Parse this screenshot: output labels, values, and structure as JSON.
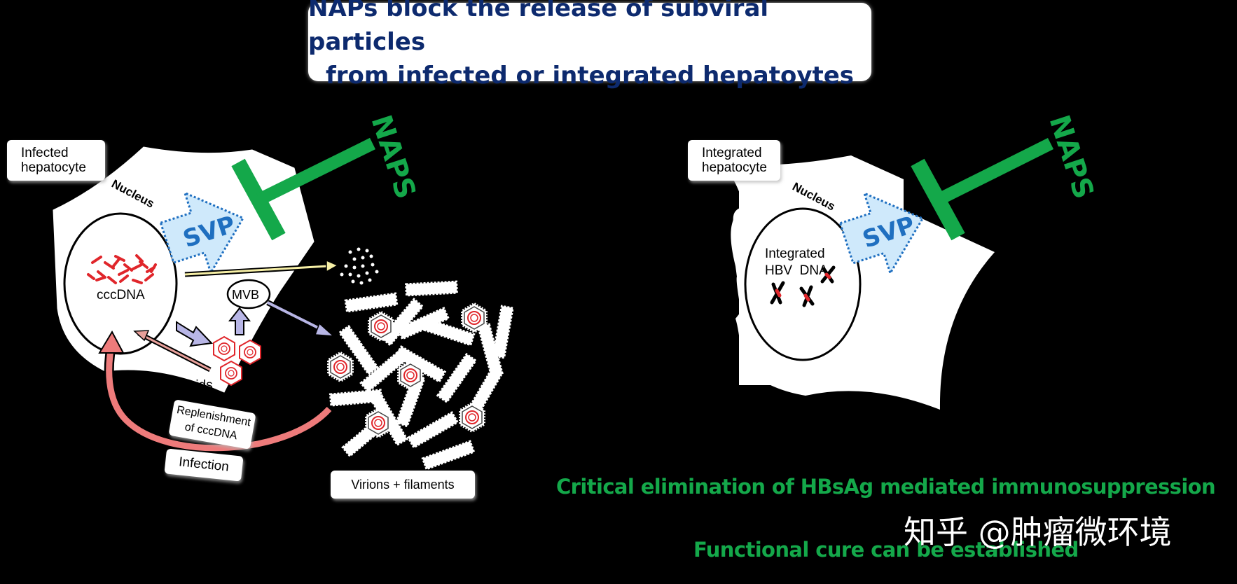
{
  "title": {
    "line1": "NAPs block the release of subviral particles",
    "line2": "from infected or integrated hepatoytes"
  },
  "left_cell": {
    "label_line1": "Infected",
    "label_line2": "hepatocyte",
    "nucleus": "Nucleus",
    "svp": "SVP",
    "naps": "NAPS",
    "cccdna": "cccDNA",
    "mvb": "MVB",
    "capsids": "Capsids",
    "replenishment_line1": "Replenishment",
    "replenishment_line2": "of cccDNA",
    "infection": "Infection",
    "virions": "Virions + filaments"
  },
  "right_cell": {
    "label_line1": "Integrated",
    "label_line2": "hepatocyte",
    "nucleus": "Nucleus",
    "svp": "SVP",
    "naps": "NAPS",
    "integrated_line1": "Integrated",
    "integrated_line2": "HBV  DNA"
  },
  "bottom": {
    "line1": "Critical elimination of HBsAg mediated immunosuppression",
    "line2": "Functional cure can be established"
  },
  "watermark": "知乎 @肿瘤微环境",
  "colors": {
    "title_text": "#0d2a6e",
    "naps_green": "#14a84a",
    "svp_blue": "#1f6fc0",
    "svp_fill": "#cfe9fb",
    "dna_red": "#e0262b",
    "infection_pink": "#ee7b7b",
    "mvb_arrow": "#b8b6e6",
    "yellow_arrow": "#f7f0a6"
  }
}
